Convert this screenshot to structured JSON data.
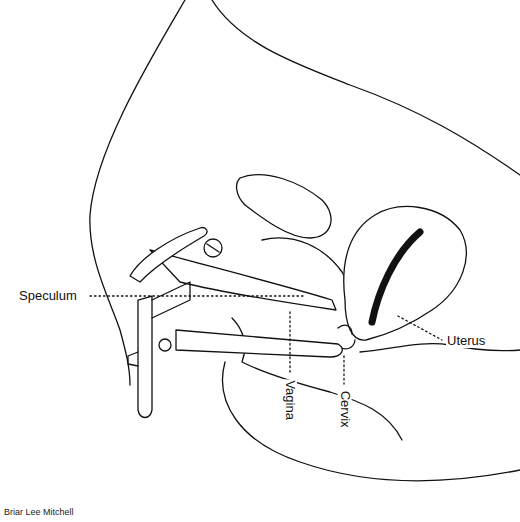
{
  "diagram": {
    "labels": [
      "Speculum",
      "Vagina",
      "Cervix",
      "Uterus",
      "Briar Lee Mitchell"
    ]
  }
}
